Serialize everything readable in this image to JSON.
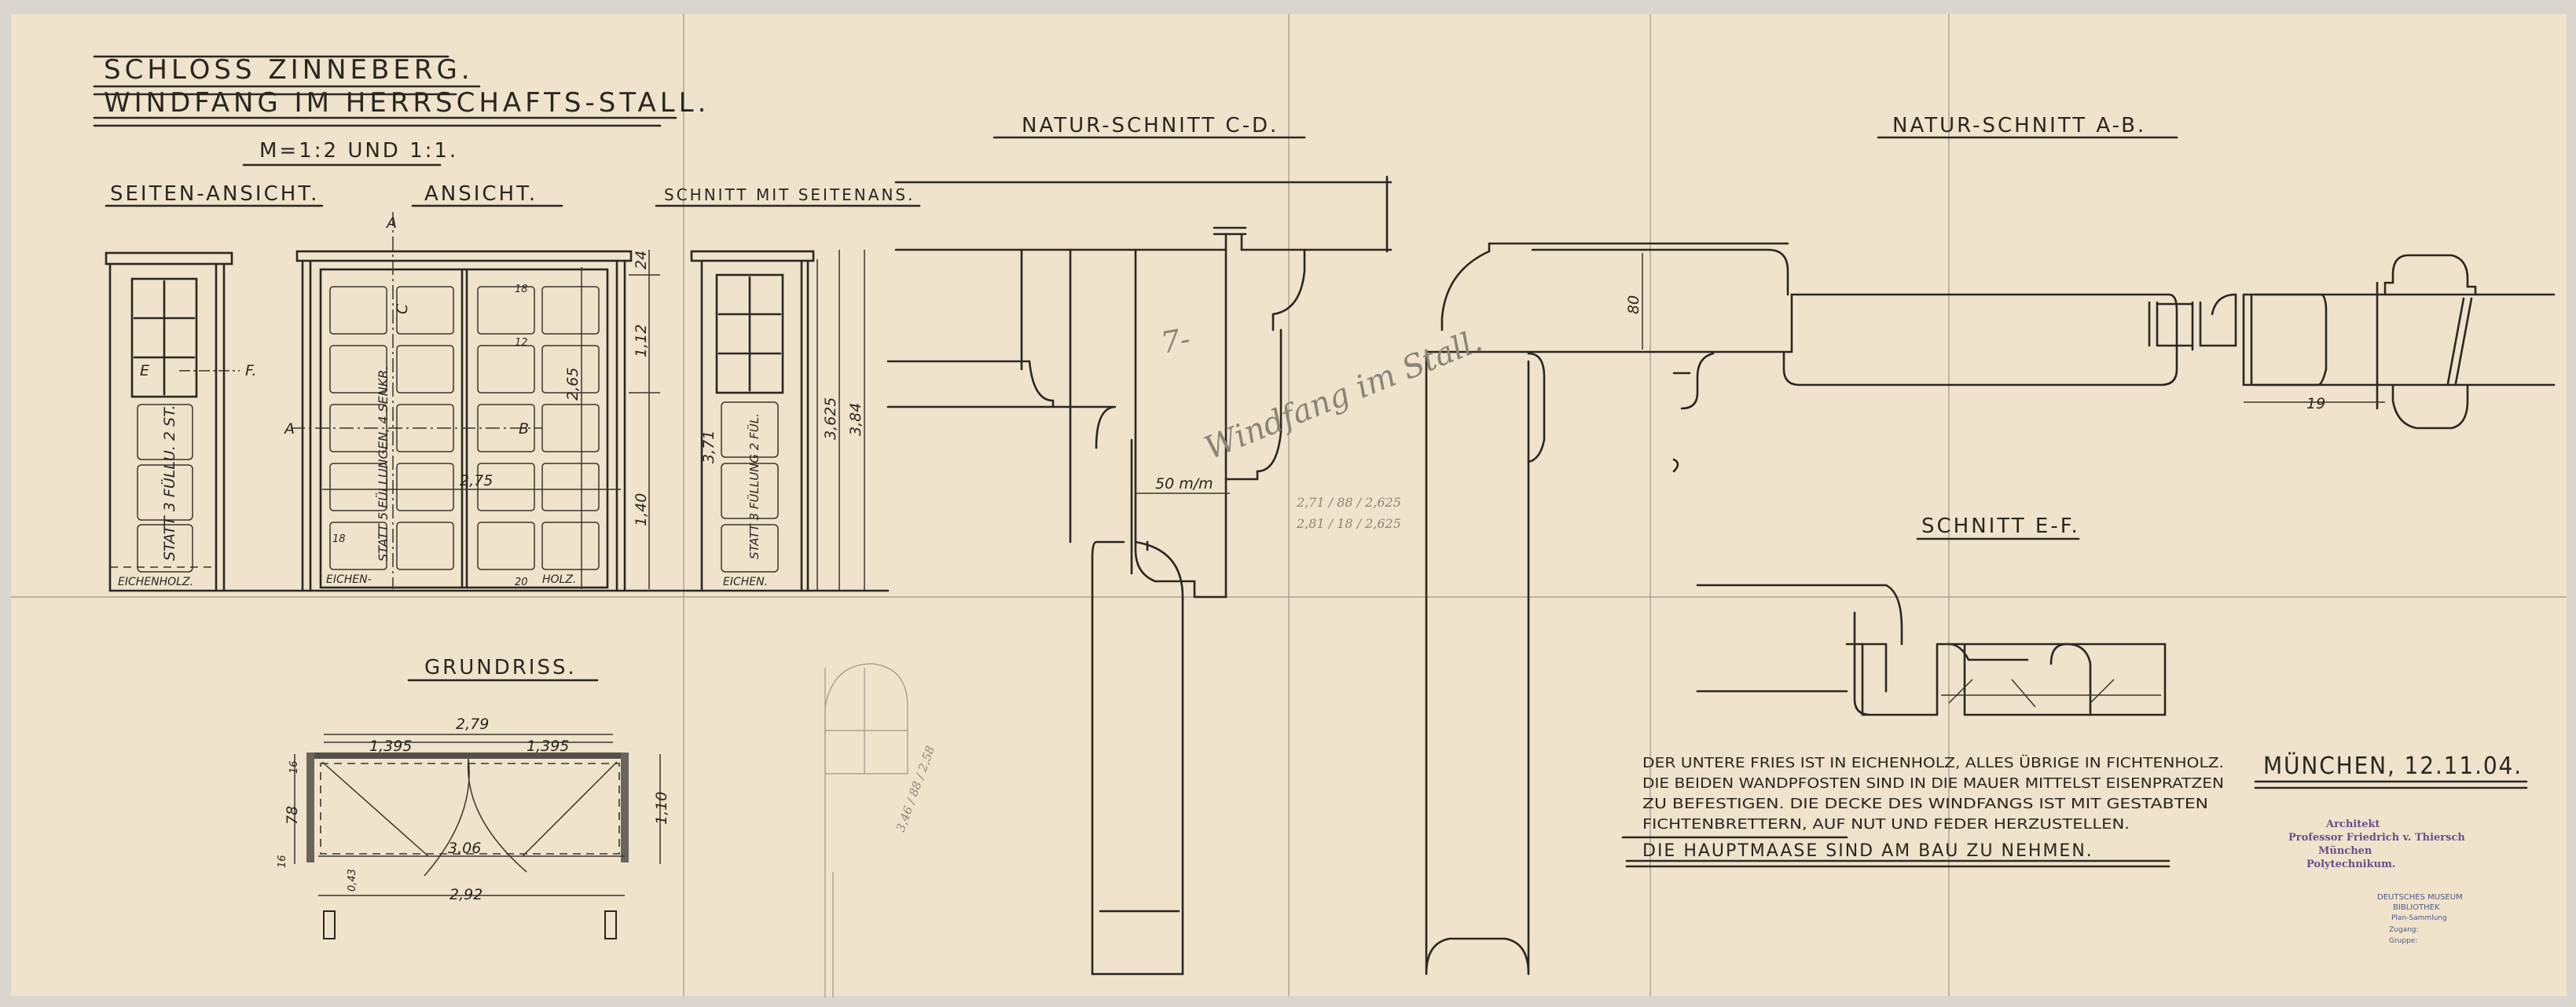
{
  "title": {
    "line1": "SCHLOSS ZINNEBERG.",
    "line2": "WINDFANG IM HERRSCHAFTS-STALL.",
    "scale": "M=1:2 UND 1:1."
  },
  "views": {
    "side_elevation": "SEITEN-ANSICHT.",
    "elevation": "ANSICHT.",
    "section_side": "SCHNITT MIT SEITENANS.",
    "section_cd": "NATUR-SCHNITT C-D.",
    "section_ab": "NATUR-SCHNITT A-B.",
    "section_ef": "SCHNITT E-F.",
    "plan": "GRUNDRISS."
  },
  "elevation_labels": {
    "side_material": "EICHENHOLZ.",
    "side_panels": "STATT 3 FÜLLU. 2 ST.",
    "door_material_left": "EICHEN-",
    "door_material_right": "HOLZ.",
    "door_panels": "STATT 5 FÜLLUNGEN, 4 SENKR.",
    "section_material": "EICHEN.",
    "section_panels": "STATT 3 FÜLLUNG 2 FÜL.",
    "mark_a": "A",
    "mark_b": "B",
    "mark_c": "C",
    "mark_e": "E",
    "mark_f": "F."
  },
  "dimensions": {
    "door_width": "2,75",
    "door_height": "2,65",
    "upper": "1,12",
    "lower": "1,40",
    "top": "24",
    "total1": "3,71",
    "total2": "3,625",
    "total3": "3,84",
    "rail_top": "18",
    "rail": "12",
    "stile": "18",
    "bottom": "20",
    "profile_height": "80",
    "profile_width": "50 m/m",
    "ab_width": "19",
    "plan_total": "2,79",
    "plan_leaf_left": "1,395",
    "plan_leaf_right": "1,395",
    "plan_inner": "3,06",
    "plan_opening": "2,92",
    "plan_depth": "1,10",
    "plan_side": "78",
    "plan_small1": "16",
    "plan_small2": "16",
    "plan_jamb": "0,43"
  },
  "notes": {
    "line1": "DER UNTERE FRIES IST IN EICHENHOLZ, ALLES ÜBRIGE IN FICHTENHOLZ.",
    "line2": "DIE BEIDEN WANDPFOSTEN SIND IN DIE MAUER MITTELST EISENPRATZEN",
    "line3": "ZU BEFESTIGEN. DIE DECKE DES WINDFANGS IST MIT GESTABTEN",
    "line4": "FICHTENBRETTERN, AUF NUT UND FEDER HERZUSTELLEN.",
    "main": "DIE HAUPTMAASE SIND AM BAU ZU NEHMEN."
  },
  "place_date": "MÜNCHEN, 12.11.04.",
  "stamp_architect": {
    "line1": "Architekt",
    "line2": "Professor Friedrich v. Thiersch",
    "line3": "München",
    "line4": "Polytechnikum."
  },
  "stamp_museum": {
    "line1": "DEUTSCHES MUSEUM",
    "line2": "BIBLIOTHEK",
    "line3": "Plan-Sammlung",
    "line4": "Zugang:",
    "line5": "Gruppe:"
  },
  "pencil": {
    "handwriting": "Windfang im Stall.",
    "number": "7-",
    "calc1": "2,71 / 88 / 2,625",
    "calc2": "2,81 / 18 / 2,625",
    "calc3": "3,46 / 88 / 2,58"
  },
  "colors": {
    "paper": "#efe3cb",
    "ink": "#2b2720",
    "stamp_purple": "#6a4f8c",
    "stamp_blue": "#4b5a8c"
  }
}
